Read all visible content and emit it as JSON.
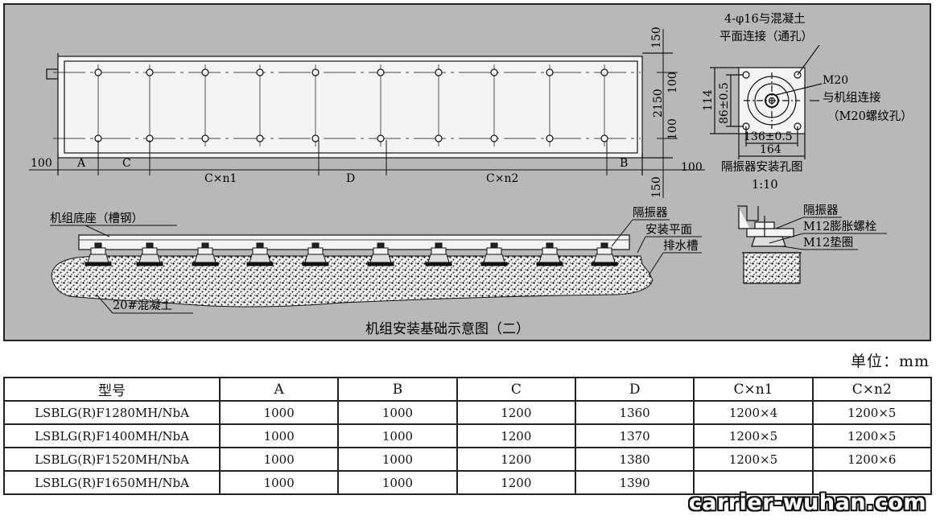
{
  "drawing": {
    "caption": "机组安装基础示意图（二）",
    "plan": {
      "dims_bottom": {
        "left_100": "100",
        "a": "A",
        "c": "C",
        "cn1": "C×n1",
        "d": "D",
        "cn2": "C×n2",
        "b": "B",
        "right_100": "100"
      },
      "dims_right": {
        "top_150": "150",
        "mid_100_top": "100",
        "span_2150": "2150",
        "mid_100_bottom": "100",
        "bottom_150": "150"
      }
    },
    "hole_detail": {
      "note_line1": "4-φ16与混凝土",
      "note_line2": "平面连接（通孔）",
      "m20": "M20",
      "m20_note1": "与机组连接",
      "m20_note2": "（M20螺纹孔）",
      "dim_114": "114",
      "dim_86": "86±0.5",
      "dim_136": "136±0.5",
      "dim_164": "164",
      "title": "隔振器安装孔图",
      "scale": "1:10"
    },
    "section": {
      "base_label": "机组底座（槽钢）",
      "isolator": "隔振器",
      "mount_plane": "安装平面",
      "drain": "排水槽",
      "concrete": "20#混凝土"
    },
    "detail_small": {
      "isolator": "隔振器",
      "bolt": "M12膨胀螺栓",
      "washer": "M12垫圈"
    }
  },
  "unit_label": "单位：mm",
  "table": {
    "headers": [
      "型号",
      "A",
      "B",
      "C",
      "D",
      "C×n1",
      "C×n2"
    ],
    "rows": [
      [
        "LSBLG(R)F1280MH/NbA",
        "1000",
        "1000",
        "1200",
        "1360",
        "1200×4",
        "1200×5"
      ],
      [
        "LSBLG(R)F1400MH/NbA",
        "1000",
        "1000",
        "1200",
        "1370",
        "1200×5",
        "1200×5"
      ],
      [
        "LSBLG(R)F1520MH/NbA",
        "1000",
        "1000",
        "1200",
        "1380",
        "1200×5",
        "1200×6"
      ],
      [
        "LSBLG(R)F1650MH/NbA",
        "1000",
        "1000",
        "1200",
        "1390",
        "",
        ""
      ]
    ]
  },
  "watermark": "carrier-wuhan.com"
}
